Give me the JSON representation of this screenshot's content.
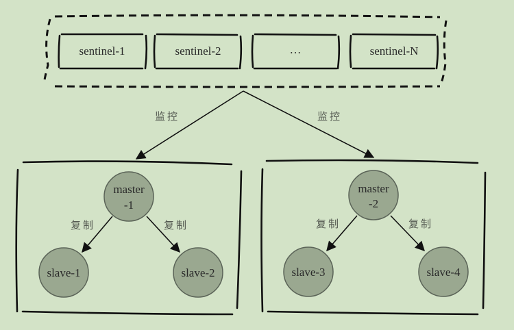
{
  "diagram": {
    "title": "Redis Sentinel monitoring master-slave groups",
    "sentinels": [
      {
        "label": "sentinel-1"
      },
      {
        "label": "sentinel-2"
      },
      {
        "label": "…"
      },
      {
        "label": "sentinel-N"
      }
    ],
    "monitor_label_left": "监控",
    "monitor_label_right": "监控",
    "groups": [
      {
        "master": {
          "line1": "master",
          "line2": "-1"
        },
        "replicate_left": "复制",
        "replicate_right": "复制",
        "slaves": [
          {
            "label": "slave-1"
          },
          {
            "label": "slave-2"
          }
        ]
      },
      {
        "master": {
          "line1": "master",
          "line2": "-2"
        },
        "replicate_left": "复制",
        "replicate_right": "复制",
        "slaves": [
          {
            "label": "slave-3"
          },
          {
            "label": "slave-4"
          }
        ]
      }
    ],
    "colors": {
      "background": "#d3e3c7",
      "node_fill": "#9aa890",
      "stroke": "#111111"
    }
  }
}
